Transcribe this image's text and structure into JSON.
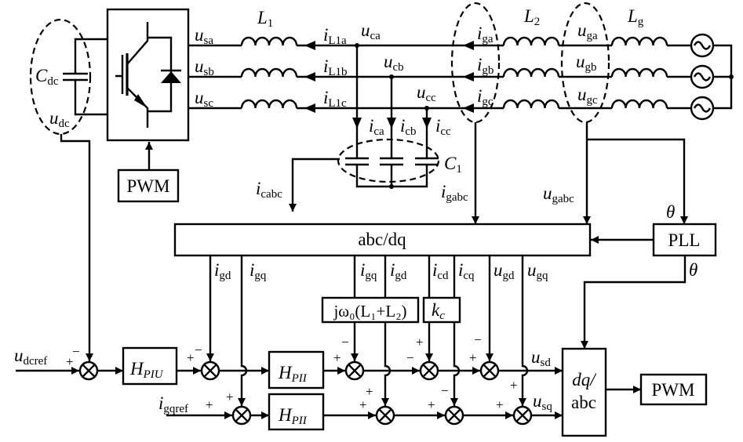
{
  "labels": {
    "L1": {
      "base": "L",
      "sub": "1"
    },
    "L2": {
      "base": "L",
      "sub": "2"
    },
    "Lg": {
      "base": "L",
      "sub": "g"
    },
    "usa": {
      "base": "u",
      "sub": "sa"
    },
    "usb": {
      "base": "u",
      "sub": "sb"
    },
    "usc": {
      "base": "u",
      "sub": "sc"
    },
    "iL1a": {
      "base": "i",
      "sub": "L1a"
    },
    "iL1b": {
      "base": "i",
      "sub": "L1b"
    },
    "iL1c": {
      "base": "i",
      "sub": "L1c"
    },
    "uca": {
      "base": "u",
      "sub": "ca"
    },
    "ucb": {
      "base": "u",
      "sub": "cb"
    },
    "ucc": {
      "base": "u",
      "sub": "cc"
    },
    "iga": {
      "base": "i",
      "sub": "ga"
    },
    "igb": {
      "base": "i",
      "sub": "gb"
    },
    "igc": {
      "base": "i",
      "sub": "gc"
    },
    "uga": {
      "base": "u",
      "sub": "ga"
    },
    "ugb": {
      "base": "u",
      "sub": "gb"
    },
    "ugc": {
      "base": "u",
      "sub": "gc"
    },
    "Cdc": {
      "base": "C",
      "sub": "dc"
    },
    "udc": {
      "base": "u",
      "sub": "dc"
    },
    "ica": {
      "base": "i",
      "sub": "ca"
    },
    "icb": {
      "base": "i",
      "sub": "cb"
    },
    "icc": {
      "base": "i",
      "sub": "cc"
    },
    "C1": {
      "base": "C",
      "sub": "1"
    },
    "icabc": {
      "base": "i",
      "sub": "cabc"
    },
    "igabc": {
      "base": "i",
      "sub": "gabc"
    },
    "ugabc": {
      "base": "u",
      "sub": "gabc"
    },
    "theta1": {
      "base": "θ",
      "sub": ""
    },
    "theta2": {
      "base": "θ",
      "sub": ""
    },
    "igd1": {
      "base": "i",
      "sub": "gd"
    },
    "igq1": {
      "base": "i",
      "sub": "gq"
    },
    "igq2": {
      "base": "i",
      "sub": "gq"
    },
    "igd2": {
      "base": "i",
      "sub": "gd"
    },
    "icd": {
      "base": "i",
      "sub": "cd"
    },
    "icq": {
      "base": "i",
      "sub": "cq"
    },
    "ugd": {
      "base": "u",
      "sub": "gd"
    },
    "ugq": {
      "base": "u",
      "sub": "gq"
    },
    "udcref": {
      "base": "u",
      "sub": "dcref"
    },
    "igqref": {
      "base": "i",
      "sub": "gqref"
    },
    "usd": {
      "base": "u",
      "sub": "sd"
    },
    "usq": {
      "base": "u",
      "sub": "sq"
    },
    "HPIU": {
      "base": "H",
      "sub": "PIU"
    },
    "HPII1": {
      "base": "H",
      "sub": "PII"
    },
    "HPII2": {
      "base": "H",
      "sub": "PII"
    },
    "kc": {
      "base": "k",
      "sub": "c"
    }
  },
  "blocks": {
    "pwm_left": "PWM",
    "pwm_right": "PWM",
    "abc_dq": "abc/dq",
    "pll": "PLL",
    "dq_abc_line1": "dq/",
    "dq_abc_line2": "abc",
    "decoupling": "jω₀(L₁+L₂)"
  },
  "signs": [
    "−",
    "+",
    "+",
    "−",
    "−",
    "+",
    "+",
    "−",
    "+",
    "−",
    "+",
    "+",
    "+",
    "+",
    "+",
    "−",
    "+",
    "+"
  ]
}
